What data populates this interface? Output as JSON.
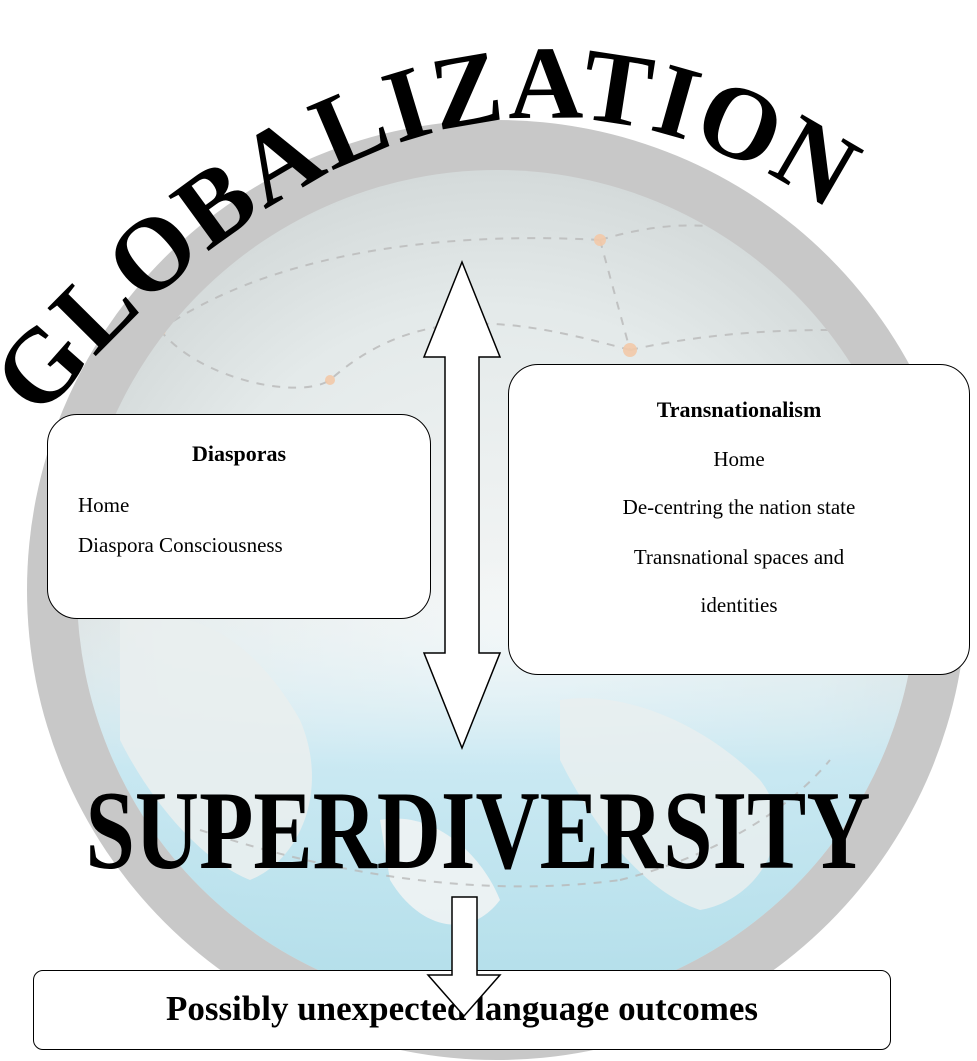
{
  "diagram": {
    "top_heading": "GLOBALIZATION",
    "bottom_heading": "SUPERDIVERSITY",
    "diasporas": {
      "title": "Diasporas",
      "lines": [
        "Home",
        "Diaspora Consciousness"
      ]
    },
    "transnationalism": {
      "title": "Transnationalism",
      "lines": [
        "Home",
        "De-centring the nation state",
        "Transnational spaces and",
        "identities"
      ]
    },
    "outcome": "Possibly unexpected language outcomes"
  },
  "colors": {
    "circle_fill": "#c8c8c8",
    "map_tint": "#b9e1f0",
    "text": "#000000"
  }
}
